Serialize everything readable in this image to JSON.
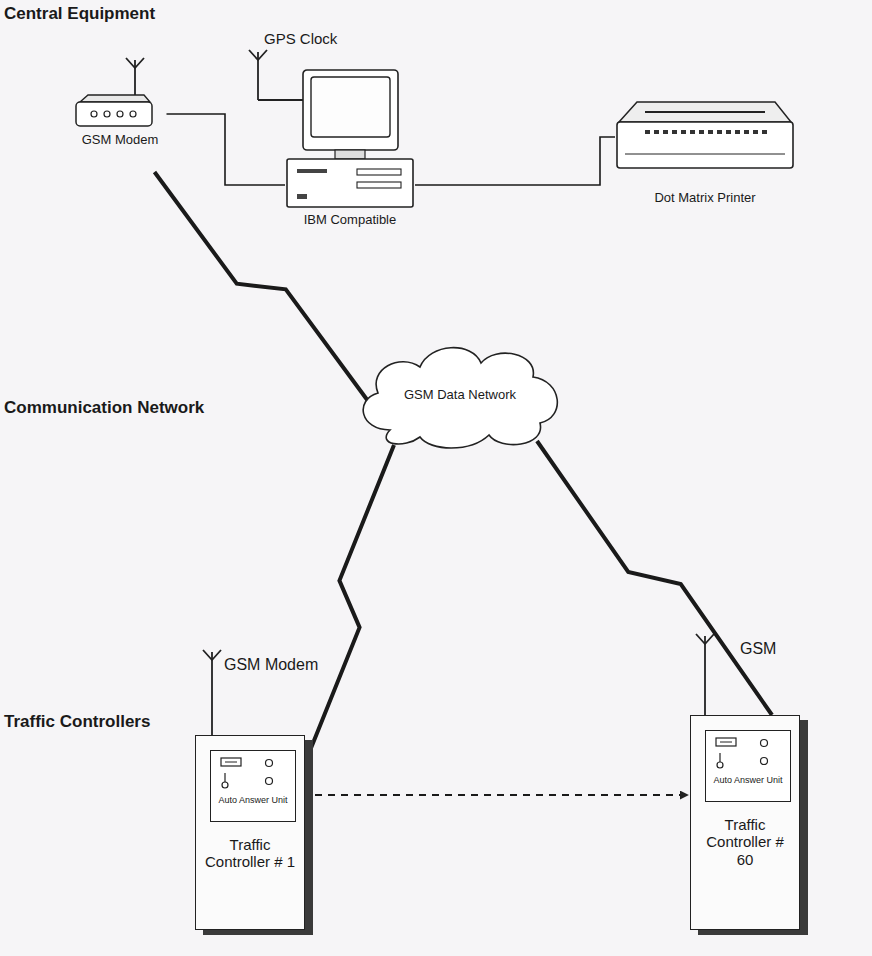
{
  "diagram": {
    "nodes": [
      {
        "text": [
          "GSM Modem"
        ]
      },
      {
        "text": [
          "IBM Compatible"
        ]
      },
      {
        "text": [
          "Dot Matrix Printer"
        ]
      },
      {
        "text": [
          "GSM Data Network"
        ]
      },
      {
        "text": [
          "Traffic Controller # 1"
        ]
      },
      {
        "text": [
          "Auto Answer Unit"
        ],
        "in": 4
      },
      {
        "text": [
          "Traffic Controller # 60"
        ]
      },
      {
        "text": [
          "Auto Answer Unit"
        ],
        "in": 6
      }
    ],
    "edges": [
      {
        "from": 0,
        "to": 1,
        "arrow": "none"
      },
      {
        "from": 1,
        "to": 2,
        "arrow": "none"
      },
      {
        "from": 0,
        "to": 3,
        "arrow": "none"
      },
      {
        "from": 3,
        "to": 4,
        "arrow": "none"
      },
      {
        "from": 3,
        "to": 6,
        "arrow": "none"
      },
      {
        "from": 4,
        "to": 6,
        "arrow": "to"
      }
    ],
    "labels": [
      "Central Equipment",
      "Communication Network",
      "Traffic Controllers",
      "GPS Clock",
      "GSM Modem",
      "GSM"
    ]
  }
}
